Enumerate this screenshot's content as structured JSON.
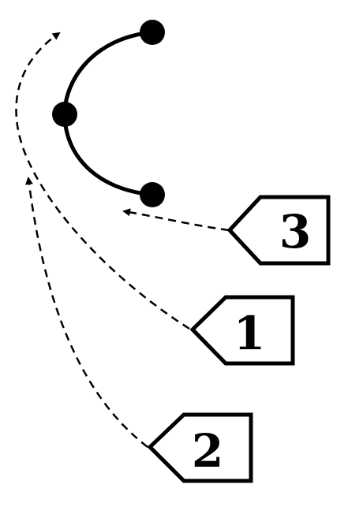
{
  "colors": {
    "ink": "#000000",
    "background": "#ffffff"
  },
  "tags": {
    "one": {
      "label": "1"
    },
    "two": {
      "label": "2"
    },
    "three": {
      "label": "3"
    }
  }
}
